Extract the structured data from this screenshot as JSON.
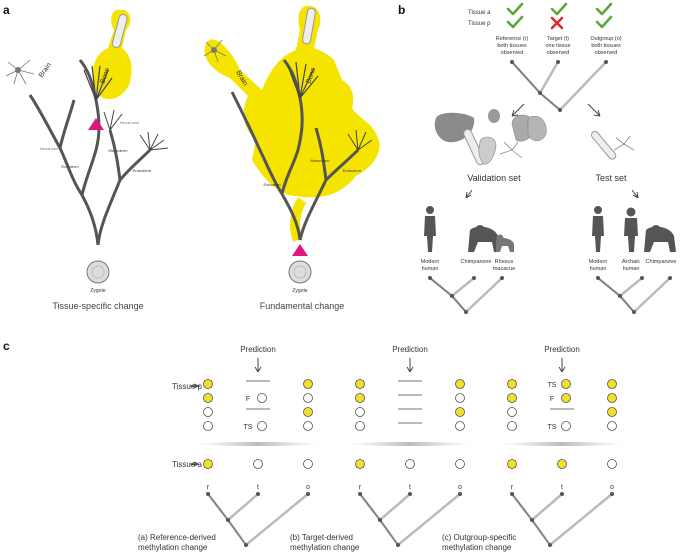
{
  "panels": {
    "a": "a",
    "b": "b",
    "c": "c"
  },
  "panel_a": {
    "left": {
      "caption": "Tissue-specific change",
      "labels": {
        "brain": "Brain",
        "bone": "Bone",
        "ectoderm": "Ectoderm",
        "mesoderm": "Mesoderm",
        "endoderm": "Endoderm",
        "zygote": "Zygote"
      }
    },
    "right": {
      "caption": "Fundamental change",
      "labels": {
        "brain": "Brain",
        "bone": "Bone",
        "ectoderm": "Ectoderm",
        "mesoderm": "Mesoderm",
        "endoderm": "Endoderm",
        "zygote": "Zygote"
      }
    },
    "colors": {
      "highlight": "#f5e400",
      "marker": "#e0157f",
      "tree": "#555555"
    }
  },
  "panel_b": {
    "tissue_a": "Tissue a",
    "tissue_p": "Tissue p",
    "columns": [
      {
        "line1": "Reference (r)",
        "line2": "both tissues",
        "line3": "observed"
      },
      {
        "line1": "Target (t)",
        "line2": "one tissue",
        "line3": "observed"
      },
      {
        "line1": "Outgroup (o)",
        "line2": "both tissues",
        "line3": "observed"
      }
    ],
    "validation_title": "Validation set",
    "test_title": "Test set",
    "validation_species": [
      {
        "l1": "Modern",
        "l2": "human"
      },
      {
        "l1": "Chimpanzee",
        "l2": ""
      },
      {
        "l1": "Rhesus",
        "l2": "macacue"
      }
    ],
    "test_species": [
      {
        "l1": "Modern",
        "l2": "human"
      },
      {
        "l1": "Archaic",
        "l2": "human"
      },
      {
        "l1": "Chimpanzee",
        "l2": ""
      }
    ]
  },
  "panel_c": {
    "prediction": "Prediction",
    "tissue_p": "Tissue  p",
    "tissue_a": "Tissue  a",
    "r": "r",
    "t": "t",
    "o": "o",
    "F": "F",
    "TS": "TS",
    "captions": [
      {
        "l1": "(a) Reference-derived",
        "l2": "methylation change"
      },
      {
        "l1": "(b) Target-derived",
        "l2": "methylation change"
      },
      {
        "l1": "(c) Outgroup-specific",
        "l2": "methylation change"
      }
    ],
    "colors": {
      "filled": "#f2df2a",
      "empty": "#ffffff"
    }
  }
}
